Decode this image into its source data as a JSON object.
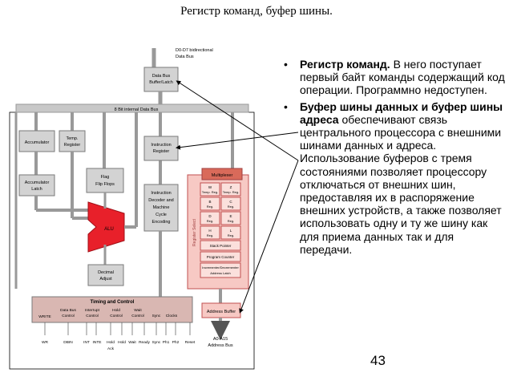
{
  "slide": {
    "title": "Регистр команд, буфер шины.",
    "page_number": "43"
  },
  "bullets": [
    {
      "bold": "Регистр команд.",
      "text": " В него поступает первый байт команды содержащий код операции. Программно недоступен."
    },
    {
      "bold": "Буфер шины данных и буфер шины адреса",
      "text": " обеспечивают связь центрального процессора с внешними шинами данных и адреса. Использование буферов с тремя состояниями позволяет процессору отключаться от внешних шин, предоставляя их в распоряжение внешних устройств, а также позволяет использовать одну и ту же шину как для приема данных так и для передачи."
    }
  ],
  "diagram": {
    "data_bus_label": [
      "D0-D7 bidirectional",
      "Data Bus"
    ],
    "data_bus_buffer": [
      "Data Bus",
      "Buffer/Latch"
    ],
    "internal_bus": "8 Bit internal Data Bus",
    "accumulator": "Accumulator",
    "temp_register": [
      "Temp.",
      "Register"
    ],
    "instruction_register": [
      "Instruction",
      "Register"
    ],
    "accumulator_latch": [
      "Accumulator",
      "Latch"
    ],
    "flag_flipflops": [
      "Flag",
      "Flip Flops"
    ],
    "alu": "ALU",
    "decimal_adjust": [
      "Decimal",
      "Adjust"
    ],
    "instruction_decoder": [
      "Instruction",
      "Decoder and",
      "Machine",
      "Cycle",
      "Encoding"
    ],
    "multiplexer": "Multiplexer",
    "register_select": "Register Select",
    "registers": [
      [
        "W",
        "Temp. Reg."
      ],
      [
        "Z",
        "Temp. Reg."
      ],
      [
        "B",
        "Reg."
      ],
      [
        "C",
        "Reg."
      ],
      [
        "D",
        "Reg."
      ],
      [
        "E",
        "Reg."
      ],
      [
        "H",
        "Reg."
      ],
      [
        "L",
        "Reg."
      ]
    ],
    "stack_pointer": "Stack Pointer",
    "program_counter": "Program Counter",
    "incdec_latch": [
      "Incrementer/Decrementer",
      "Address Latch"
    ],
    "address_buffer": "Address Buffer",
    "address_bus": [
      "A0-A15",
      "Address Bus"
    ],
    "timing_title": "Timing and Control",
    "timing_groups": [
      [
        "WRITE"
      ],
      [
        "Data Bus",
        "Control"
      ],
      [
        "Interrupt",
        "Control"
      ],
      [
        "Hold",
        "Control"
      ],
      [
        "Wait",
        "Control"
      ],
      [
        "Sync"
      ],
      [
        "Clocks"
      ]
    ],
    "pins": [
      "WR",
      "DBIN",
      "INT",
      "INTE",
      "Hold",
      "Hold",
      "Wait",
      "Ready",
      "Sync",
      "Ph1",
      "Ph2",
      "Reset"
    ],
    "pin_extra": "Ack"
  },
  "colors": {
    "box_fill": "#d3d3d3",
    "box_border": "#7a7a7a",
    "alu_fill": "#e8202a",
    "reg_fill": "#f7c9c4",
    "reg_border": "#c05050",
    "mux_fill": "#d96a5a",
    "timing_fill": "#d9b7b2"
  }
}
